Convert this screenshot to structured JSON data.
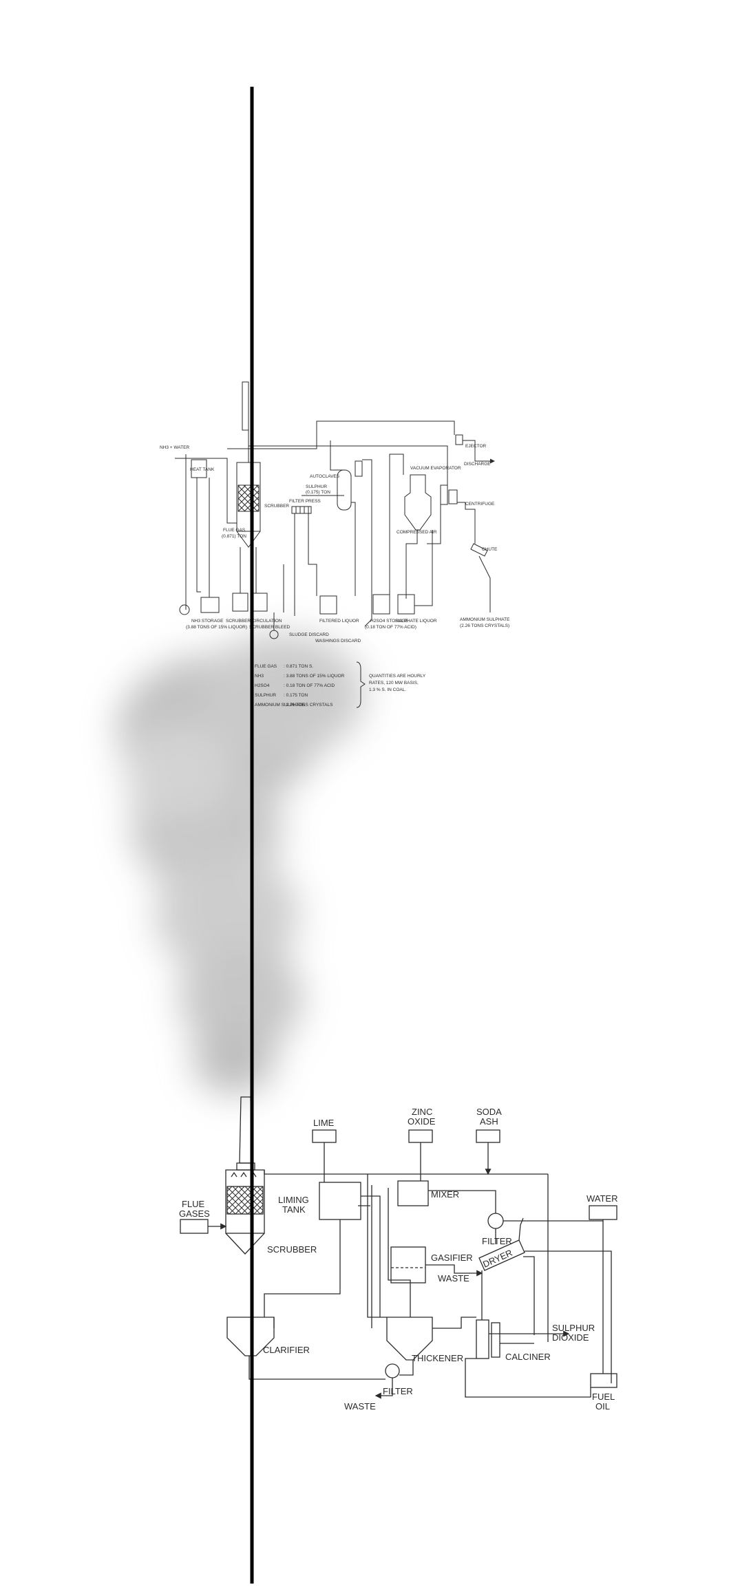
{
  "diagram_top": {
    "flow_labels": {
      "nh3_water": "NH3 + WATER",
      "heat_tank": "HEAT TANK",
      "scrubber": "SCRUBBER",
      "flue_gas": "FLUE GAS",
      "flue_gas_qty": "(0.871) TON",
      "nh3_storage": "NH3 STORAGE",
      "nh3_storage_qty": "(3.88 TONS OF 15% LIQUOR)",
      "scrubber_circulation": "SCRUBBER CIRCULATION",
      "scrubber_bleed": "SCRUBBER BLEED",
      "filter_press": "FILTER PRESS",
      "sludge_discard": "SLUDGE DISCARD",
      "washings_discard": "WASHINGS DISCARD",
      "filtered_liquor": "FILTERED LIQUOR",
      "autoclaves": "AUTOCLAVES",
      "sulphur": "SULPHUR",
      "sulphur_qty": "(0.175) TON",
      "h2so4_storage": "H2SO4 STORAGE",
      "h2so4_qty": "(0.18 TON OF 77% ACID)",
      "sulphate_liquor": "SULPHATE LIQUOR",
      "compressed_air": "COMPRESSED AIR",
      "vacuum_evaporator": "VACUUM EVAPORATOR",
      "ejector": "EJECTOR",
      "discharge": "DISCHARGE",
      "centrifuge": "CENTRIFUGE",
      "chute": "CHUTE",
      "ammonium_sulphate": "AMMONIUM SULPHATE",
      "ammonium_qty": "(2.26 TONS CRYSTALS)"
    },
    "quantities": [
      {
        "name": "FLUE GAS",
        "value": ": 0.871 TON S."
      },
      {
        "name": "NH3",
        "value": ": 3.88 TONS OF 15% LIQUOR"
      },
      {
        "name": "H2SO4",
        "value": ": 0.18 TON OF 77% ACID"
      },
      {
        "name": "SULPHUR",
        "value": ": 0.175 TON"
      },
      {
        "name": "AMMONIUM SULPHATE",
        "value": ": 2.26 TONS CRYSTALS"
      }
    ],
    "note": [
      "QUANTITIES ARE HOURLY",
      "RATES, 120 MW BASIS,",
      "1.3 % S. IN COAL."
    ]
  },
  "diagram_bottom": {
    "labels": {
      "lime": "LIME",
      "zinc_oxide": [
        "ZINC",
        "OXIDE"
      ],
      "soda_ash": [
        "SODA",
        "ASH"
      ],
      "flue_gases": [
        "FLUE",
        "GASES"
      ],
      "liming_tank": [
        "LIMING",
        "TANK"
      ],
      "mixer": "MIXER",
      "water": "WATER",
      "filter_top": "FILTER",
      "scrubber": "SCRUBBER",
      "gasifier": "GASIFIER",
      "waste_mid": "WASTE",
      "dryer": "DRYER",
      "sulphur_dioxide": [
        "SULPHUR",
        "DIOXIDE"
      ],
      "clarifier": "CLARIFIER",
      "thickener": "THICKENER",
      "calciner": "CALCINER",
      "filter_bottom": "FILTER",
      "waste_bottom": "WASTE",
      "fuel_oil": [
        "FUEL",
        "OIL"
      ]
    }
  },
  "colors": {
    "ink": "#2a2a2a",
    "smoke": "#9a9a9a",
    "divider": "#000000"
  }
}
